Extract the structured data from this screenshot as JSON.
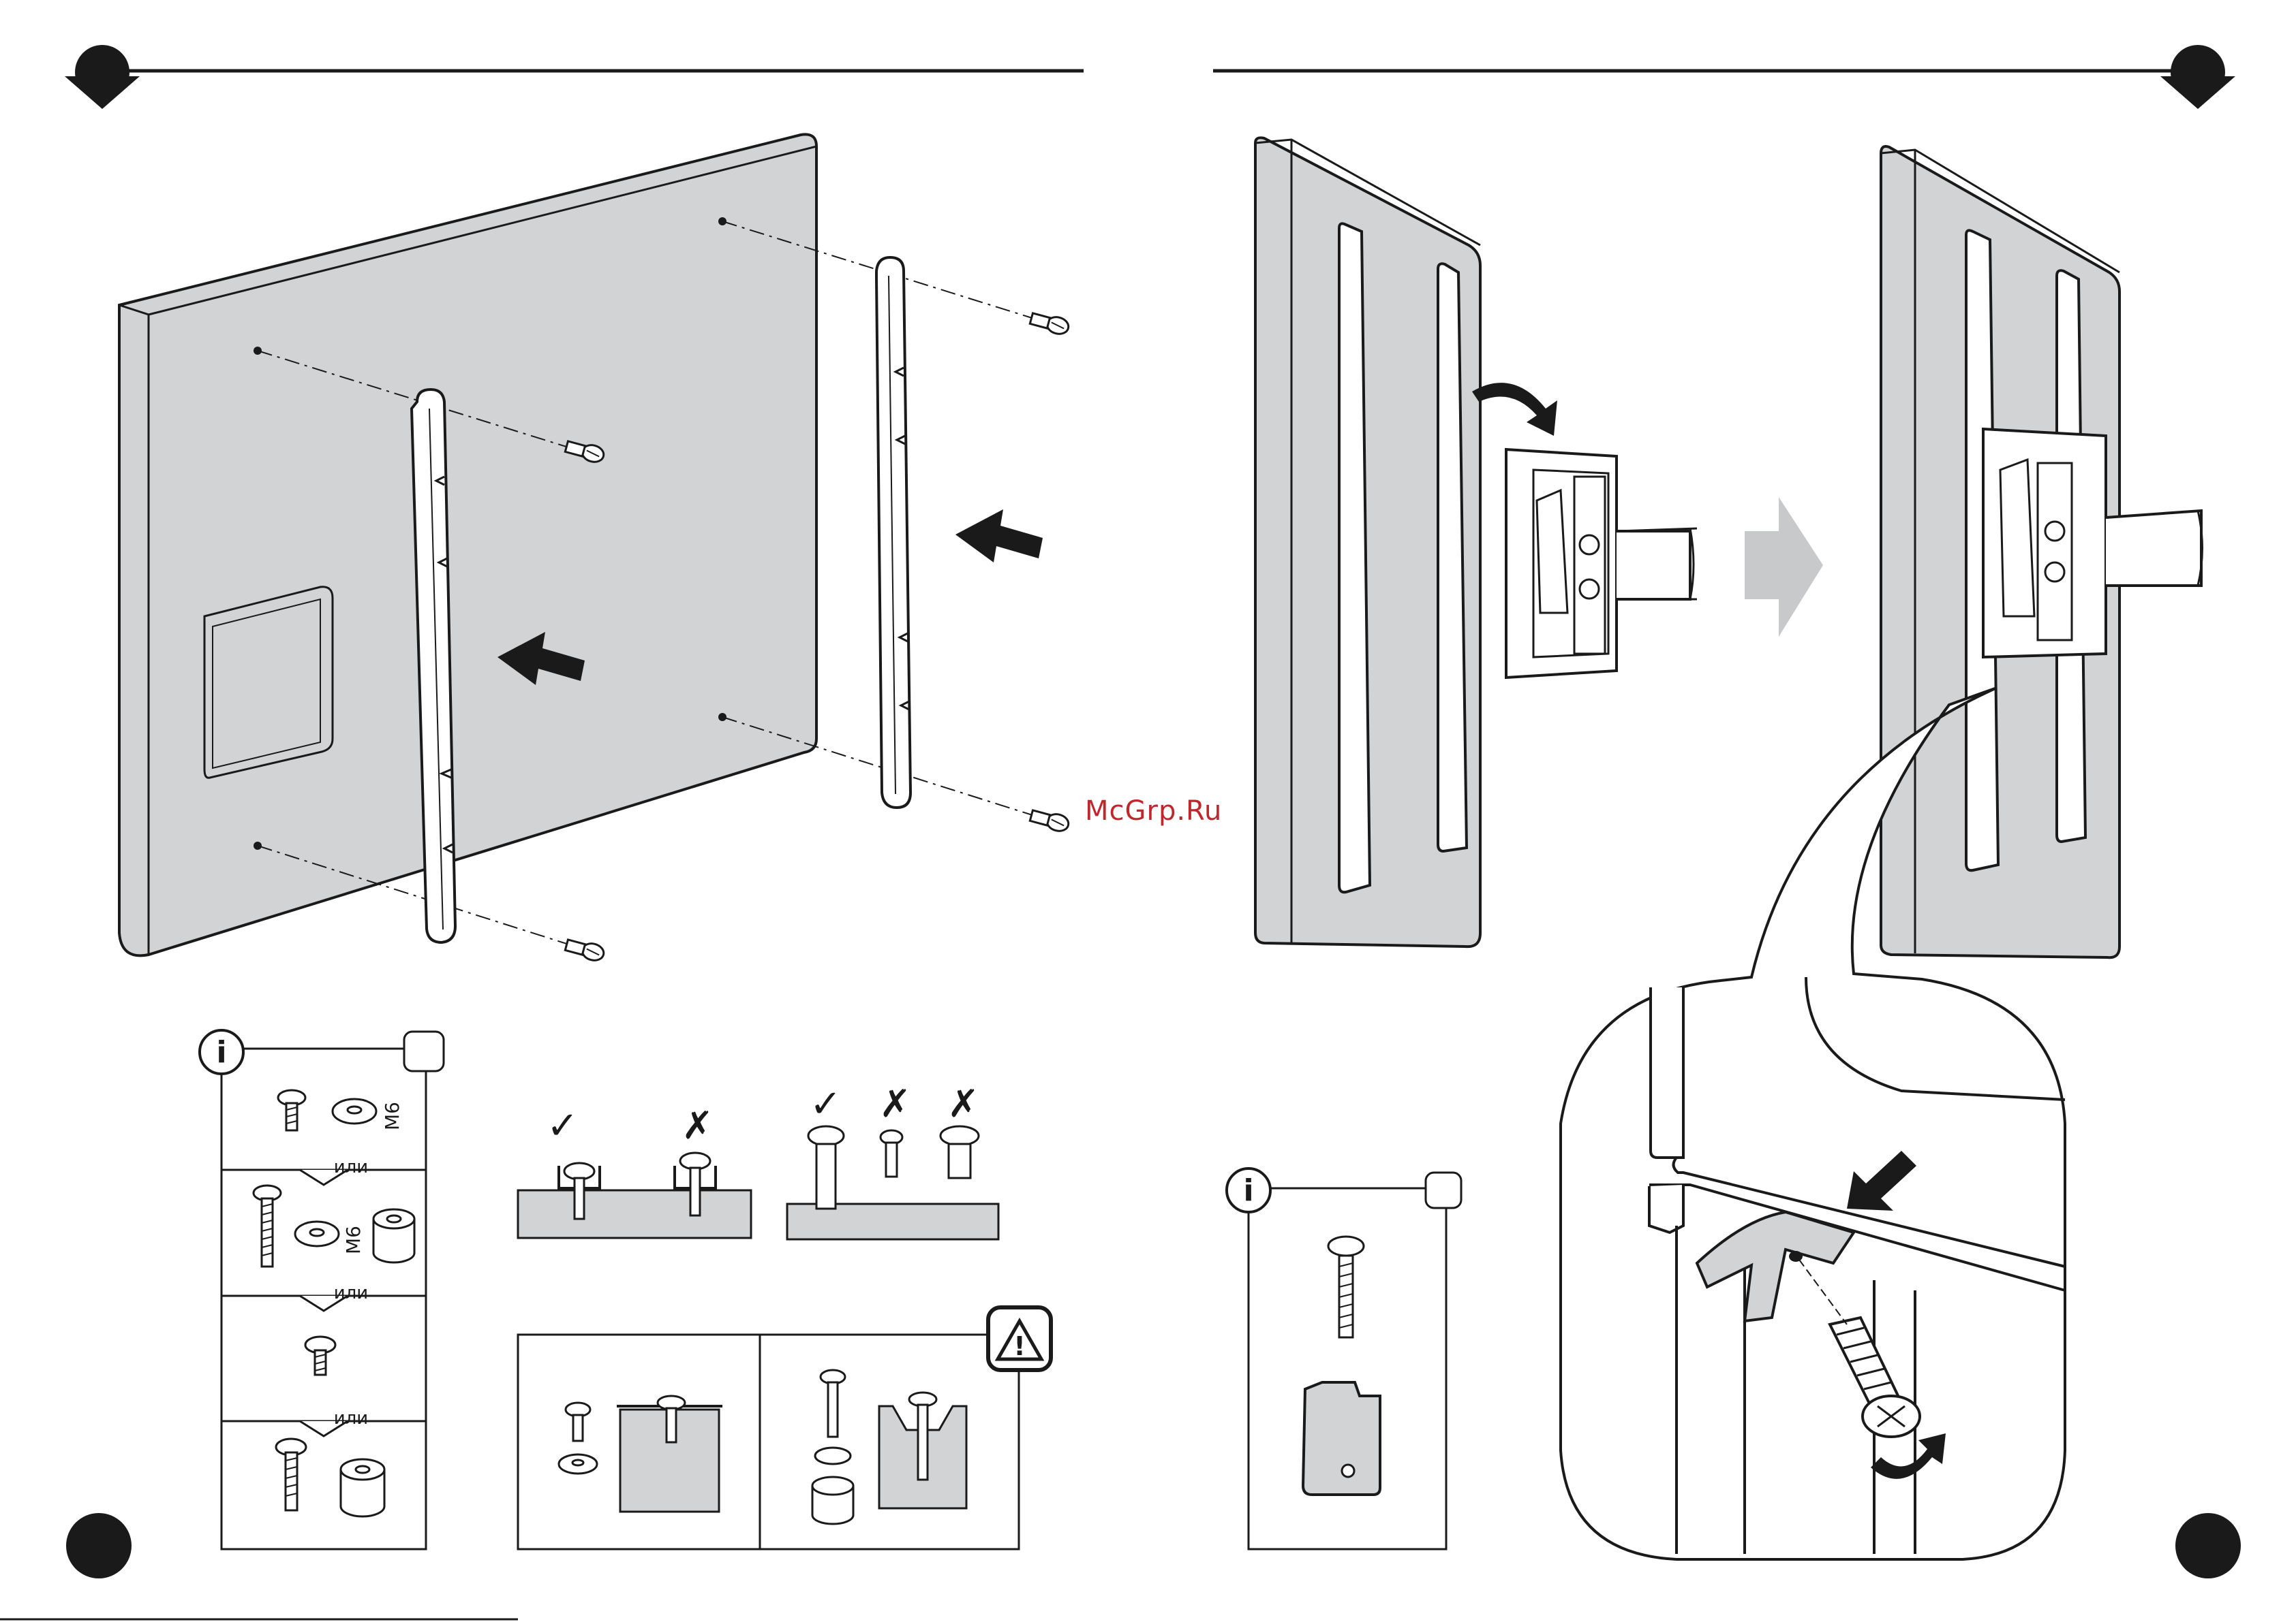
{
  "watermark": "McGrp.Ru",
  "info_box_left": {
    "info_symbol": "i",
    "separators": [
      "или",
      "или",
      "или"
    ],
    "washer_labels": [
      "M6",
      "M6"
    ]
  },
  "info_box_right": {
    "info_symbol": "i"
  },
  "check_marks": {
    "check": "✓",
    "cross": "✗"
  },
  "warning_symbol": "!",
  "colors": {
    "panel": "#d1d3d4",
    "ink": "#1a1a1a",
    "arrow_grey": "#c8c9cb",
    "watermark": "#c0272d"
  }
}
